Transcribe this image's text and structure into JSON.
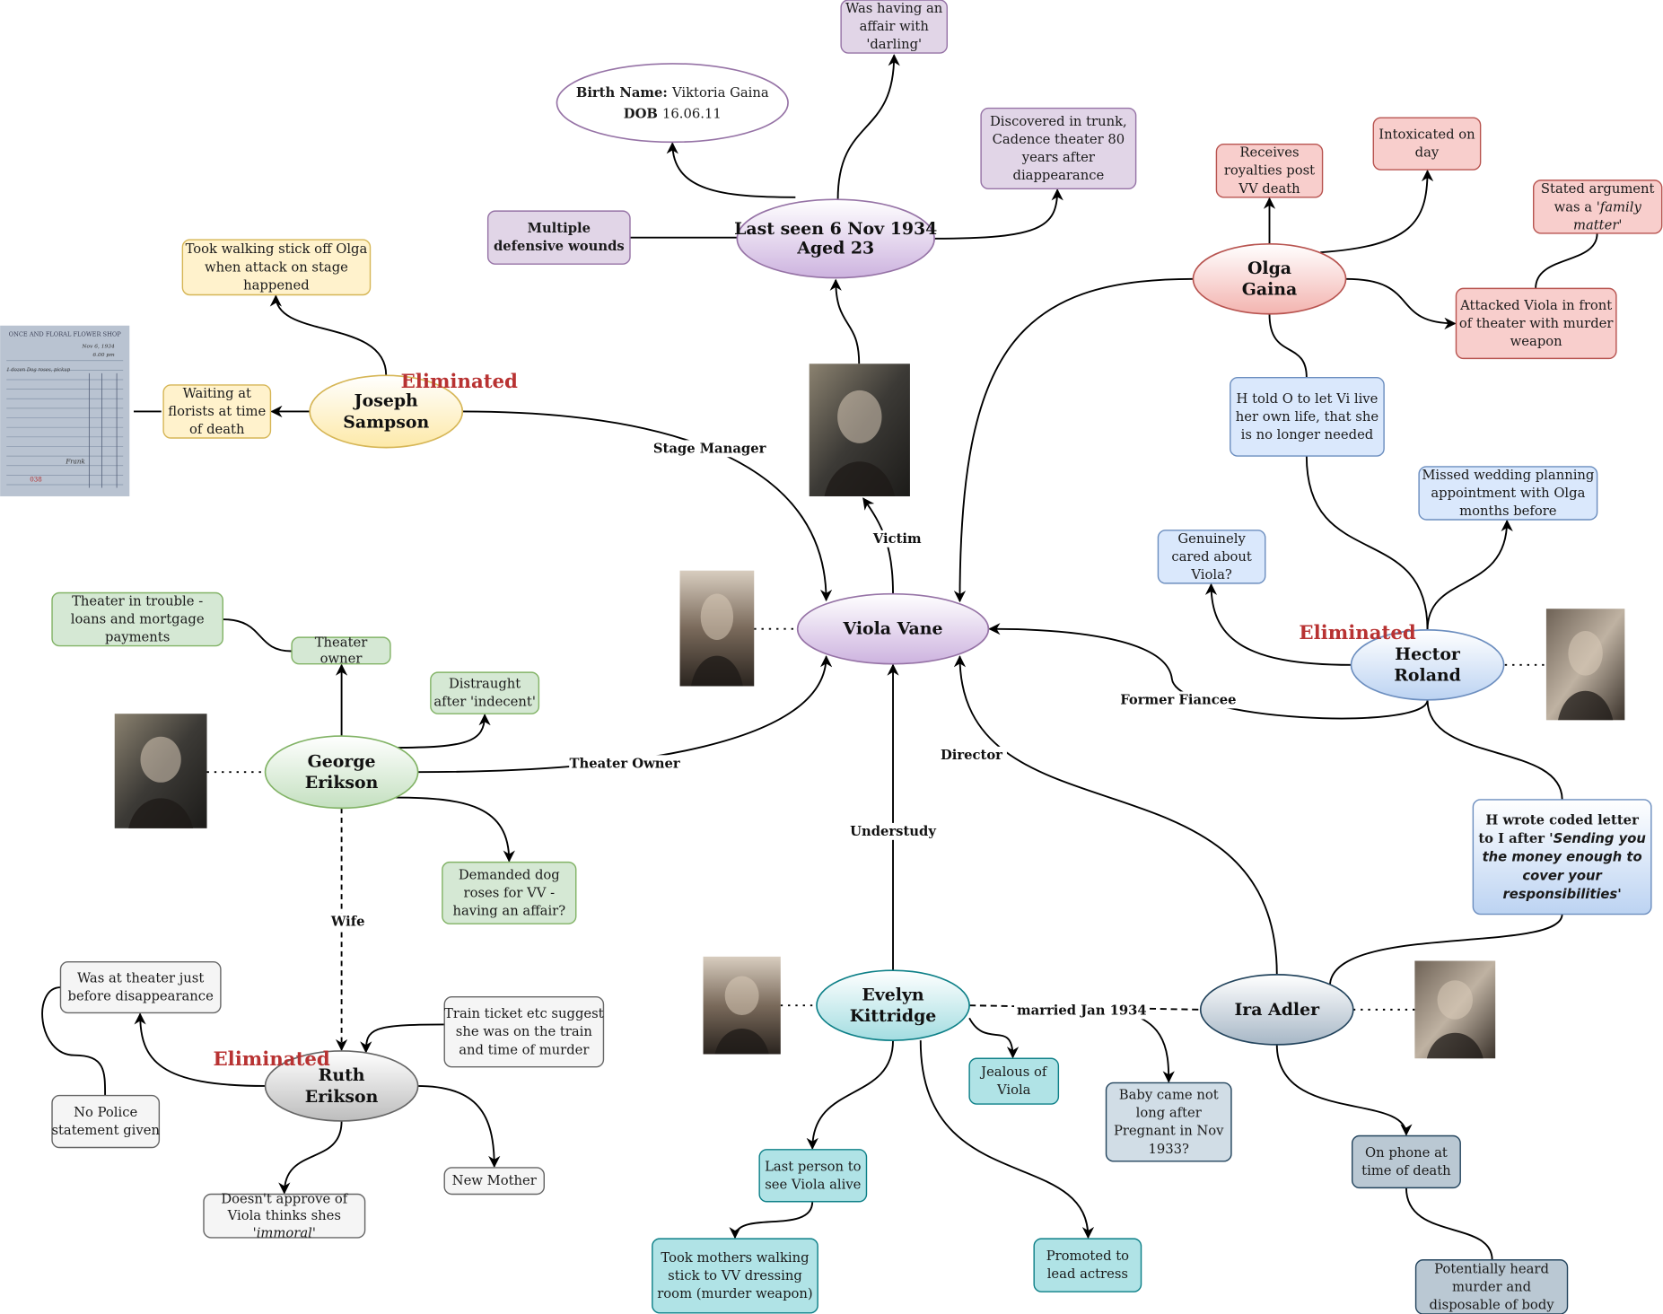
{
  "title": "Viola Vane murder mystery mind map",
  "palette": {
    "purple": {
      "fill": "#e1d5e7",
      "stroke": "#9673a6",
      "grad": "#cdb3df"
    },
    "yellow": {
      "fill": "#fff2cc",
      "stroke": "#d6b656",
      "grad": "#fde9a8"
    },
    "green": {
      "fill": "#d5e8d4",
      "stroke": "#82b366",
      "grad": "#c4e0c0"
    },
    "red": {
      "fill": "#f8cecc",
      "stroke": "#b85450",
      "grad": "#f3b4b0"
    },
    "blue": {
      "fill": "#dae8fc",
      "stroke": "#6c8ebf",
      "grad": "#bcd3f2"
    },
    "gray": {
      "fill": "#f5f5f5",
      "stroke": "#666666",
      "grad": "#bdbdbd"
    },
    "teal": {
      "fill": "#b0e3e6",
      "stroke": "#0e8088",
      "grad": "#a3dde1"
    },
    "slate": {
      "fill": "#bac8d3",
      "stroke": "#23445d",
      "grad": "#a7b7c6"
    },
    "title_purple": "#4c0099",
    "eliminated_red": "#b83232"
  },
  "nodes": {
    "viola": {
      "lines": [
        "Viola Vane"
      ]
    },
    "lastseen": {
      "lines": [
        "Last seen 6 Nov 1934",
        "Aged 23"
      ]
    },
    "birth": {
      "lines": [
        [
          {
            "t": "Birth Name: ",
            "b": true
          },
          {
            "t": "Viktoria Gaina"
          }
        ],
        [
          {
            "t": "DOB ",
            "b": true
          },
          {
            "t": "16.06.11"
          }
        ]
      ]
    },
    "affair": {
      "lines": [
        "Was having an",
        "affair with",
        "'darling'"
      ]
    },
    "trunk": {
      "lines": [
        "Discovered in trunk,",
        "Cadence theater 80",
        "years after",
        "diappearance"
      ]
    },
    "wounds": {
      "lines": [
        "Multiple",
        "defensive wounds"
      ]
    },
    "joseph": {
      "lines": [
        "Joseph",
        "Sampson"
      ]
    },
    "walkstick": {
      "lines": [
        "Took walking stick off Olga",
        "when attack on stage",
        "happened"
      ]
    },
    "florists": {
      "lines": [
        "Waiting at",
        "florists at time",
        "of death"
      ]
    },
    "olga": {
      "lines": [
        "Olga",
        "Gaina"
      ]
    },
    "royalties": {
      "lines": [
        "Receives",
        "royalties post",
        "VV death"
      ]
    },
    "intox": {
      "lines": [
        "Intoxicated on",
        "day"
      ]
    },
    "family": {
      "lines": [
        "Stated argument",
        [
          {
            "t": "was a "
          },
          {
            "t": "'family",
            "i": true
          }
        ],
        [
          {
            "t": "matter'",
            "i": true
          }
        ]
      ]
    },
    "attacked": {
      "lines": [
        "Attacked Viola in front",
        "of theater with murder",
        "weapon"
      ]
    },
    "htold": {
      "lines": [
        "H told O to let Vi live",
        "her own life, that she",
        "is no longer needed"
      ]
    },
    "missed": {
      "lines": [
        "Missed wedding planning",
        "appointment with Olga",
        "months before"
      ]
    },
    "genuinely": {
      "lines": [
        "Genuinely",
        "cared about",
        "Viola?"
      ]
    },
    "hector": {
      "lines": [
        "Hector",
        "Roland"
      ]
    },
    "coded": {
      "lines": [
        [
          {
            "t": "H wrote coded letter",
            "b": true
          }
        ],
        [
          {
            "t": "to I after '",
            "b": true
          },
          {
            "t": "Sending you",
            "b": true,
            "i": true,
            "s": true
          }
        ],
        [
          {
            "t": "the money enough to",
            "b": true,
            "i": true,
            "s": true
          }
        ],
        [
          {
            "t": "cover your",
            "b": true,
            "i": true,
            "s": true
          }
        ],
        [
          {
            "t": "responsibilities'",
            "b": true,
            "i": true,
            "s": true
          }
        ]
      ]
    },
    "ira": {
      "lines": [
        "Ira Adler"
      ]
    },
    "phone": {
      "lines": [
        "On phone at",
        "time of death"
      ]
    },
    "heard": {
      "lines": [
        "Potentially heard",
        "murder and",
        "disposable of body"
      ]
    },
    "evelyn": {
      "lines": [
        "Evelyn",
        "Kittridge"
      ]
    },
    "jealous": {
      "lines": [
        "Jealous of",
        "Viola"
      ]
    },
    "baby": {
      "lines": [
        "Baby came not",
        "long after",
        "Pregnant in Nov",
        "1933?"
      ]
    },
    "lastperson": {
      "lines": [
        "Last person to",
        "see Viola alive"
      ]
    },
    "tookmothers": {
      "lines": [
        "Took mothers walking",
        "stick to VV dressing",
        "room (murder weapon)"
      ]
    },
    "promoted": {
      "lines": [
        "Promoted to",
        "lead actress"
      ]
    },
    "george": {
      "lines": [
        "George",
        "Erikson"
      ]
    },
    "theaterowner": {
      "lines": [
        "Theater",
        "owner"
      ]
    },
    "trouble": {
      "lines": [
        "Theater in trouble -",
        "loans and mortgage",
        "payments"
      ]
    },
    "distraught": {
      "lines": [
        "Distraught",
        "after 'indecent'"
      ]
    },
    "demanded": {
      "lines": [
        "Demanded dog",
        "roses for VV -",
        "having an affair?"
      ]
    },
    "ruth": {
      "lines": [
        "Ruth",
        "Erikson"
      ]
    },
    "theaterjust": {
      "lines": [
        "Was at theater just",
        "before disappearance"
      ]
    },
    "nopolice": {
      "lines": [
        "No Police",
        "statement given"
      ]
    },
    "train": {
      "lines": [
        "Train ticket etc suggest",
        "she was on the train",
        "and time of murder"
      ]
    },
    "newmother": {
      "lines": [
        "New Mother"
      ]
    },
    "doesnt": {
      "lines": [
        "Doesn't approve of",
        "Viola thinks shes",
        [
          {
            "t": "'immoral'",
            "i": true
          }
        ]
      ]
    }
  },
  "edge_labels": {
    "stage_manager": "Stage Manager",
    "victim": "Victim",
    "former_fiancee": "Former Fiancee",
    "director": "Director",
    "theater_owner": "Theater Owner",
    "understudy": "Understudy",
    "wife": "Wife",
    "married": "married Jan 1934"
  },
  "eliminated": {
    "joseph": "Eliminated",
    "hector": "Eliminated",
    "ruth": "Eliminated"
  },
  "receipt": {
    "shop": "ONCE AND FLORAL FLOWER SHOP",
    "date": "Nov 6, 1934",
    "time": "6.00 pm",
    "item": "1 dozen Dog roses, pickup",
    "signature": "Frank",
    "number": "038"
  },
  "photos": [
    "viola-photo",
    "corpse-photo",
    "hector-photo",
    "george-photo",
    "evelyn-photo",
    "ira-photo"
  ]
}
